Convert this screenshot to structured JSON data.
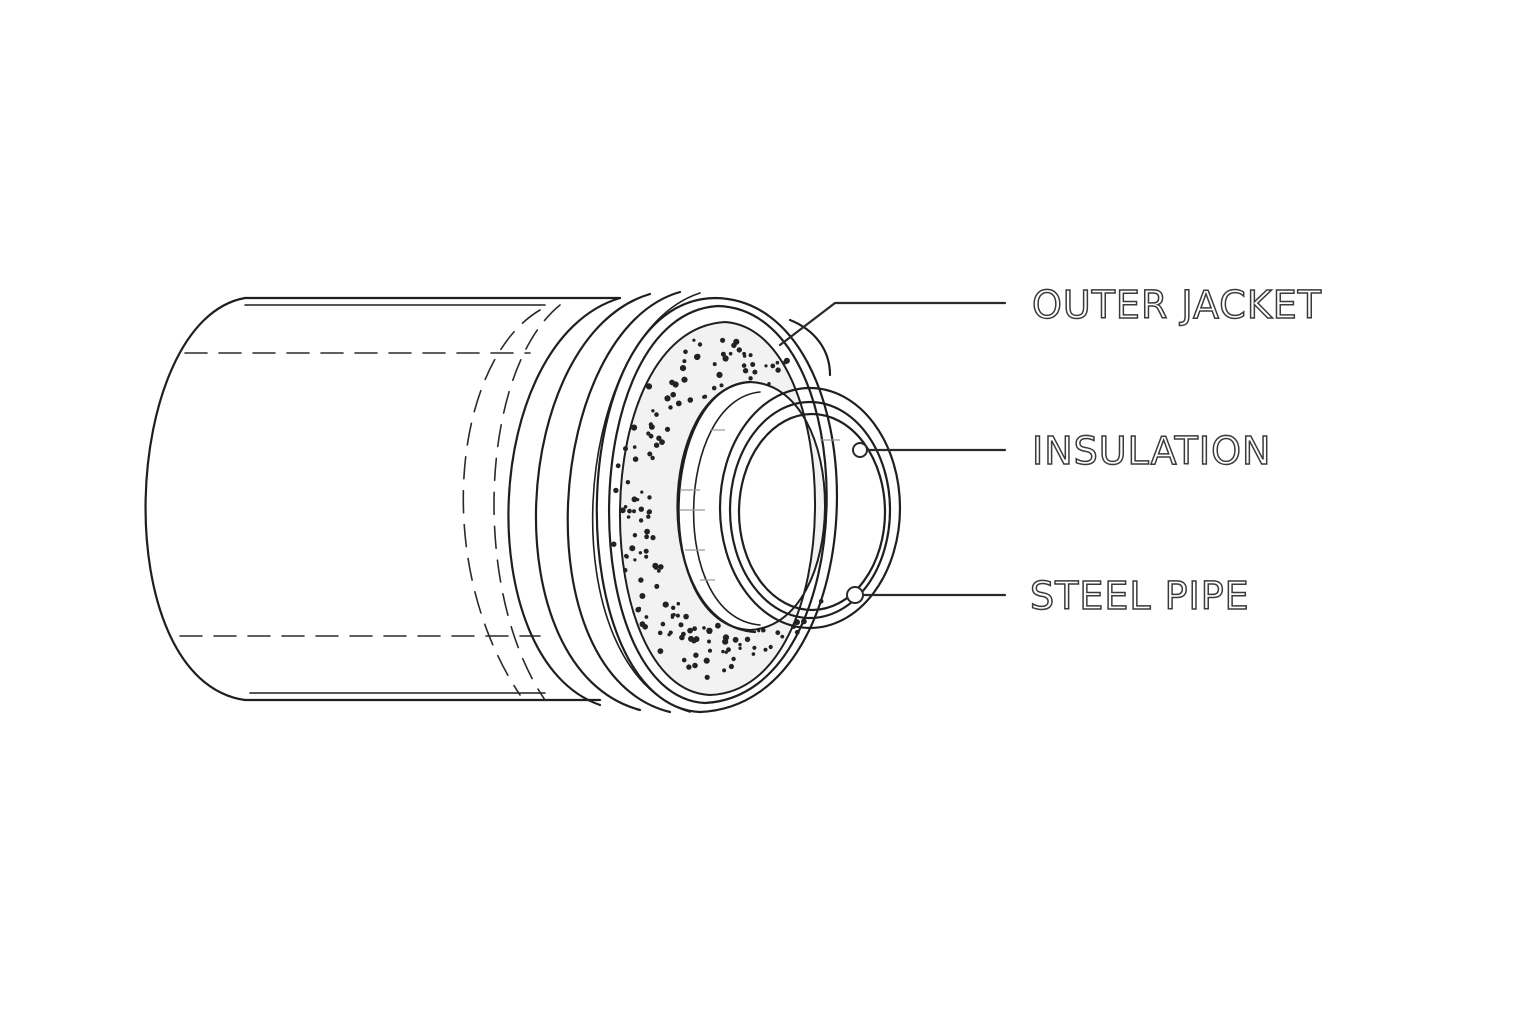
{
  "labels": {
    "outer_jacket": "OUTER JACKET",
    "insulation": "INSULATION",
    "steel_pipe": "STEEL PIPE"
  },
  "colors": {
    "background": "#ffffff",
    "line": "#1f1f1f",
    "insulation_fill": "#f2f2f2",
    "dots": "#222222"
  }
}
